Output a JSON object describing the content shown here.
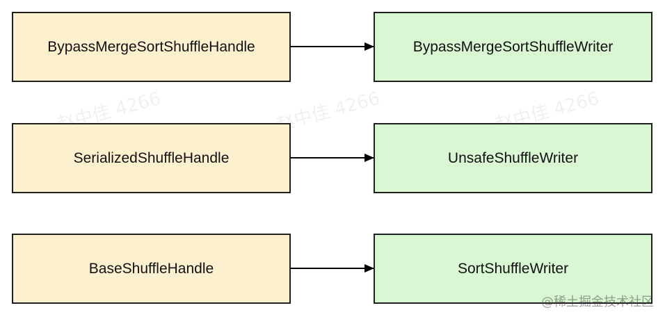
{
  "rows": [
    {
      "handle": "BypassMergeSortShuffleHandle",
      "writer": "BypassMergeSortShuffleWriter"
    },
    {
      "handle": "SerializedShuffleHandle",
      "writer": "UnsafeShuffleWriter"
    },
    {
      "handle": "BaseShuffleHandle",
      "writer": "SortShuffleWriter"
    }
  ],
  "watermark": {
    "text": "赵中佳 4266",
    "corner": "@稀土掘金技术社区"
  },
  "colors": {
    "handle_fill": "#fdf0cf",
    "writer_fill": "#d9f7d3",
    "stroke": "#1f1f1f"
  }
}
